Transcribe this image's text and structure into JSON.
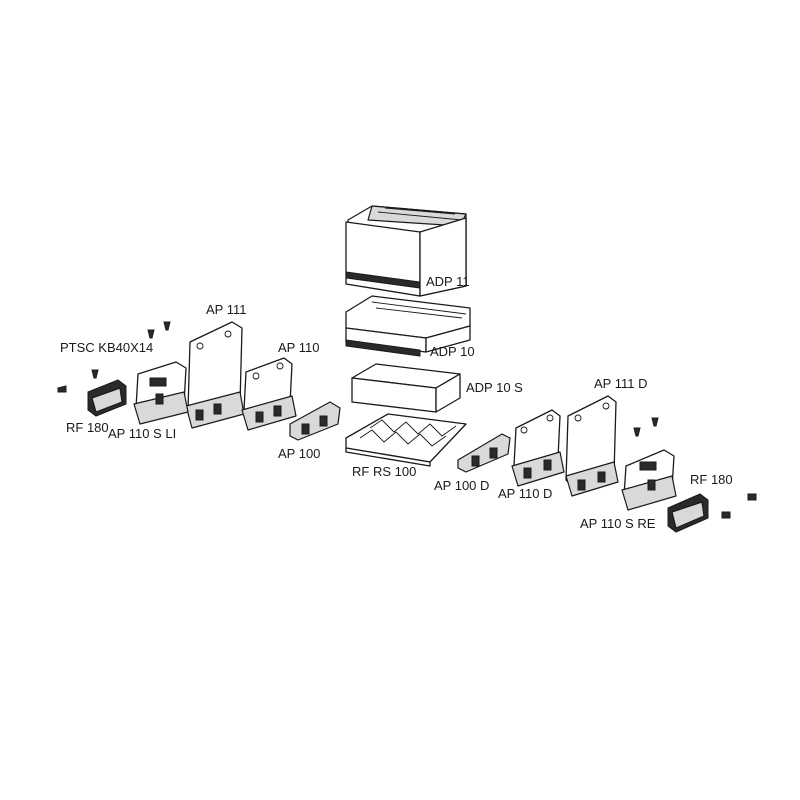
{
  "labels": {
    "adp11": "ADP 11",
    "adp10": "ADP 10",
    "adp10s": "ADP 10 S",
    "rfrs100": "RF RS 100",
    "ap111": "AP 111",
    "ptsc": "PTSC KB40X14",
    "ap110": "AP 110",
    "rf180_left": "RF 180",
    "ap110sli": "AP 110 S LI",
    "ap100": "AP 100",
    "ap111d": "AP 111 D",
    "ap100d": "AP 100 D",
    "ap110d": "AP 110 D",
    "rf180_right": "RF 180",
    "ap110sre": "AP 110 S RE"
  }
}
